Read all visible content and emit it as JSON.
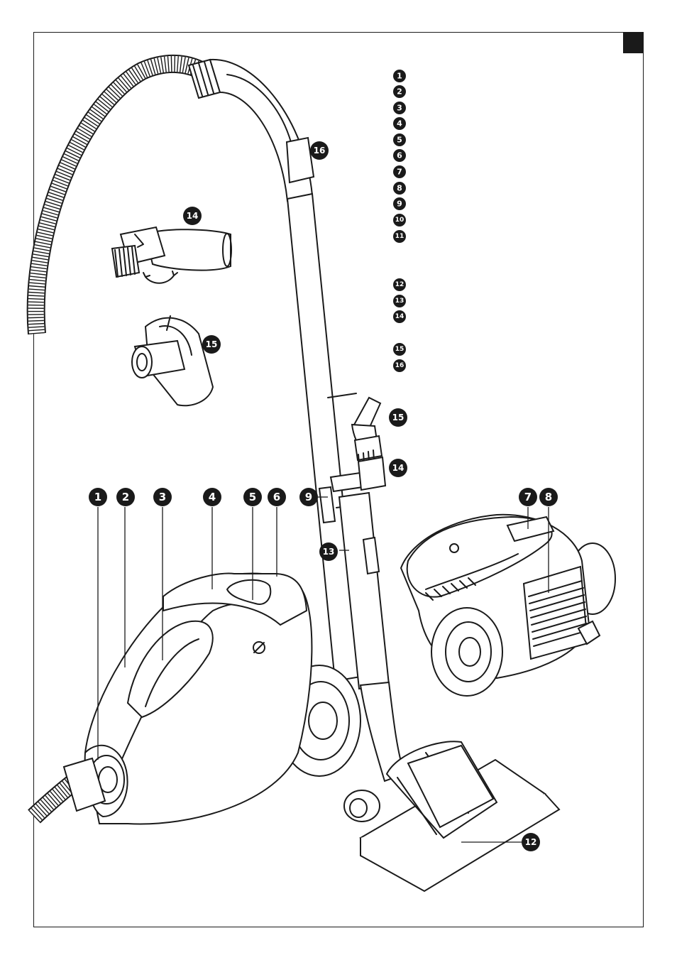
{
  "legend_numbers": [
    "1",
    "2",
    "3",
    "4",
    "5",
    "6",
    "7",
    "8",
    "9",
    "10",
    "11",
    "12",
    "13",
    "14",
    "15",
    "16"
  ],
  "callouts": {
    "c1": "1",
    "c2": "2",
    "c3": "3",
    "c4": "4",
    "c5": "5",
    "c6": "6",
    "c7": "7",
    "c8": "8",
    "c9": "9",
    "c12": "12",
    "c13": "13",
    "c14_top": "14",
    "c14_side": "14",
    "c15_top": "15",
    "c15_side": "15",
    "c16": "16"
  }
}
